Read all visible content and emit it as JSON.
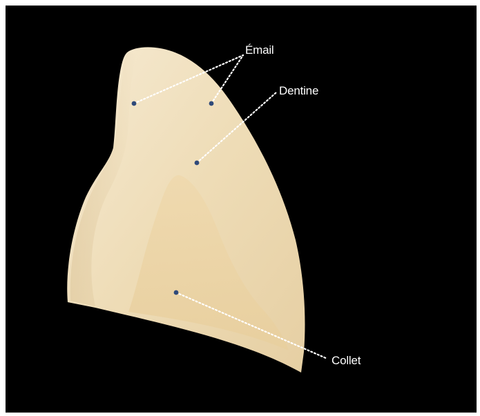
{
  "labels": {
    "email": "Émail",
    "dentine": "Dentine",
    "collet": "Collet"
  },
  "colors": {
    "background": "#000000",
    "tooth_enamel": "#f0e2c2",
    "tooth_dentine": "#ecd6ac",
    "marker": "#2f4a7a",
    "leader_line": "#ffffff"
  }
}
